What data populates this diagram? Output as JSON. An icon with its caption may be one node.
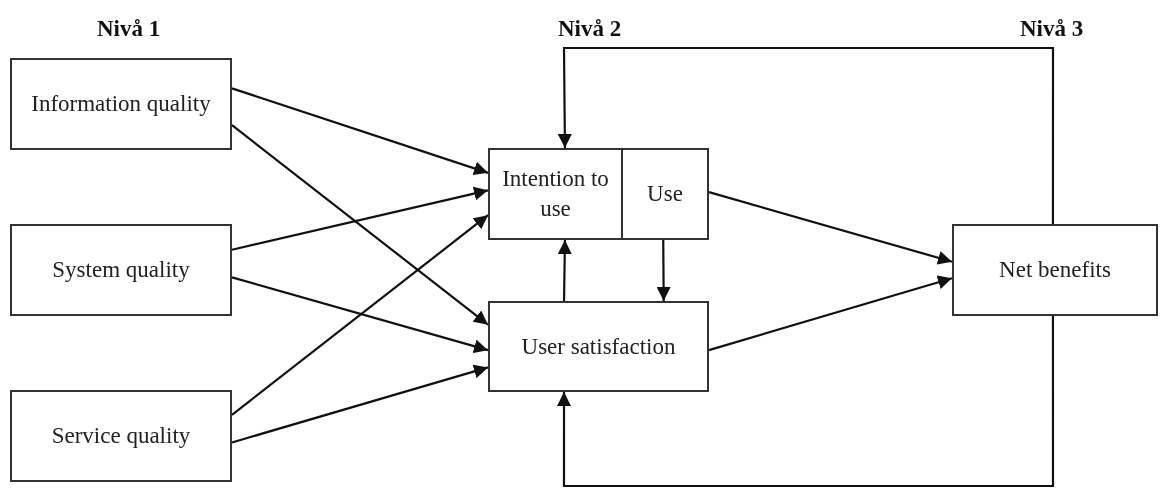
{
  "diagram": {
    "nodes": [
      {
        "text": [
          "Information quality"
        ]
      },
      {
        "text": [
          "System quality"
        ]
      },
      {
        "text": [
          "Service quality"
        ]
      },
      {
        "text": [
          "Intention to use"
        ]
      },
      {
        "text": [
          "Use"
        ]
      },
      {
        "text": [
          "User satisfaction"
        ]
      },
      {
        "text": [
          "Net benefits"
        ]
      }
    ],
    "edges": [
      {
        "from": 0,
        "to": 3,
        "arrow": "to"
      },
      {
        "from": 0,
        "to": 5,
        "arrow": "to"
      },
      {
        "from": 1,
        "to": 3,
        "arrow": "to"
      },
      {
        "from": 1,
        "to": 5,
        "arrow": "to"
      },
      {
        "from": 2,
        "to": 3,
        "arrow": "to"
      },
      {
        "from": 2,
        "to": 5,
        "arrow": "to"
      },
      {
        "from": 5,
        "to": 3,
        "arrow": "to"
      },
      {
        "from": 4,
        "to": 5,
        "arrow": "to"
      },
      {
        "from": 4,
        "to": 6,
        "arrow": "to"
      },
      {
        "from": 5,
        "to": 6,
        "arrow": "to"
      },
      {
        "from": 6,
        "to": 3,
        "arrow": "to"
      },
      {
        "from": 6,
        "to": 5,
        "arrow": "to"
      }
    ],
    "labels": [
      "Nivå 1",
      "Nivå 2",
      "Nivå 3"
    ]
  }
}
